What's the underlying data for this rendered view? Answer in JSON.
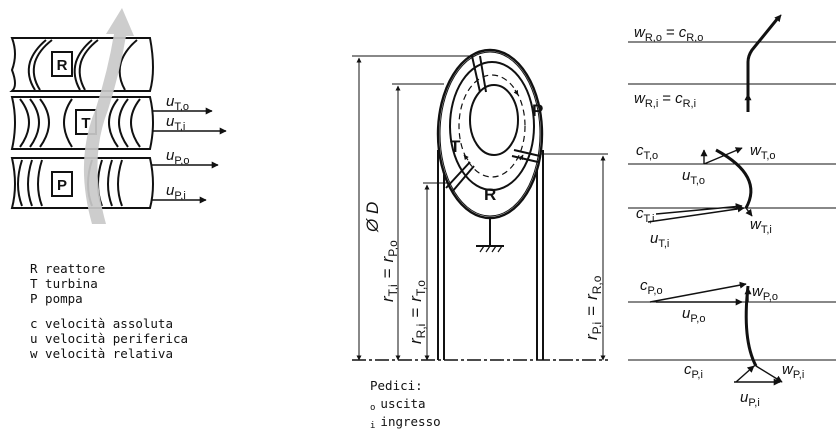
{
  "colors": {
    "ink": "#111111",
    "flow_arrow": "#c9c9c9",
    "background": "#ffffff"
  },
  "blades": {
    "rows": [
      {
        "label": "R"
      },
      {
        "label": "T"
      },
      {
        "label": "P"
      }
    ],
    "speeds": [
      {
        "sym": "u",
        "sub": "T,o"
      },
      {
        "sym": "u",
        "sub": "T,i"
      },
      {
        "sym": "u",
        "sub": "P,o"
      },
      {
        "sym": "u",
        "sub": "P,i"
      }
    ]
  },
  "legend": {
    "lines": [
      "R reattore",
      "T turbina",
      "P pompa",
      "c velocità assoluta",
      "u velocità periferica",
      "w velocità relativa"
    ]
  },
  "section": {
    "diameter": "Ø D",
    "labels": {
      "t": "T",
      "p": "P",
      "r": "R"
    },
    "radii": {
      "a": {
        "l1": "r",
        "s1": "T,i",
        "eq": "=",
        "l2": "r",
        "s2": "P,o"
      },
      "b": {
        "l1": "r",
        "s1": "R,i",
        "eq": "=",
        "l2": "r",
        "s2": "T,o"
      },
      "c": {
        "l1": "r",
        "s1": "P,i",
        "eq": "=",
        "l2": "r",
        "s2": "R,o"
      }
    }
  },
  "subscripts": {
    "title": "Pedici:",
    "out_mark": "o",
    "out_label": "uscita",
    "in_mark": "i",
    "in_label": "ingresso"
  },
  "triangles": {
    "reactor": {
      "top": {
        "l1": "w",
        "s1": "R,o",
        "eq": "=",
        "l2": "c",
        "s2": "R,o"
      },
      "bottom": {
        "l1": "w",
        "s1": "R,i",
        "eq": "=",
        "l2": "c",
        "s2": "R,i"
      }
    },
    "turbine": [
      {
        "sym": "c",
        "sub": "T,o"
      },
      {
        "sym": "w",
        "sub": "T,o"
      },
      {
        "sym": "u",
        "sub": "T,o"
      },
      {
        "sym": "c",
        "sub": "T,i"
      },
      {
        "sym": "w",
        "sub": "T,i"
      },
      {
        "sym": "u",
        "sub": "T,i"
      }
    ],
    "pump": [
      {
        "sym": "c",
        "sub": "P,o"
      },
      {
        "sym": "w",
        "sub": "P,o"
      },
      {
        "sym": "u",
        "sub": "P,o"
      },
      {
        "sym": "c",
        "sub": "P,i"
      },
      {
        "sym": "w",
        "sub": "P,i"
      },
      {
        "sym": "u",
        "sub": "P,i"
      }
    ]
  }
}
